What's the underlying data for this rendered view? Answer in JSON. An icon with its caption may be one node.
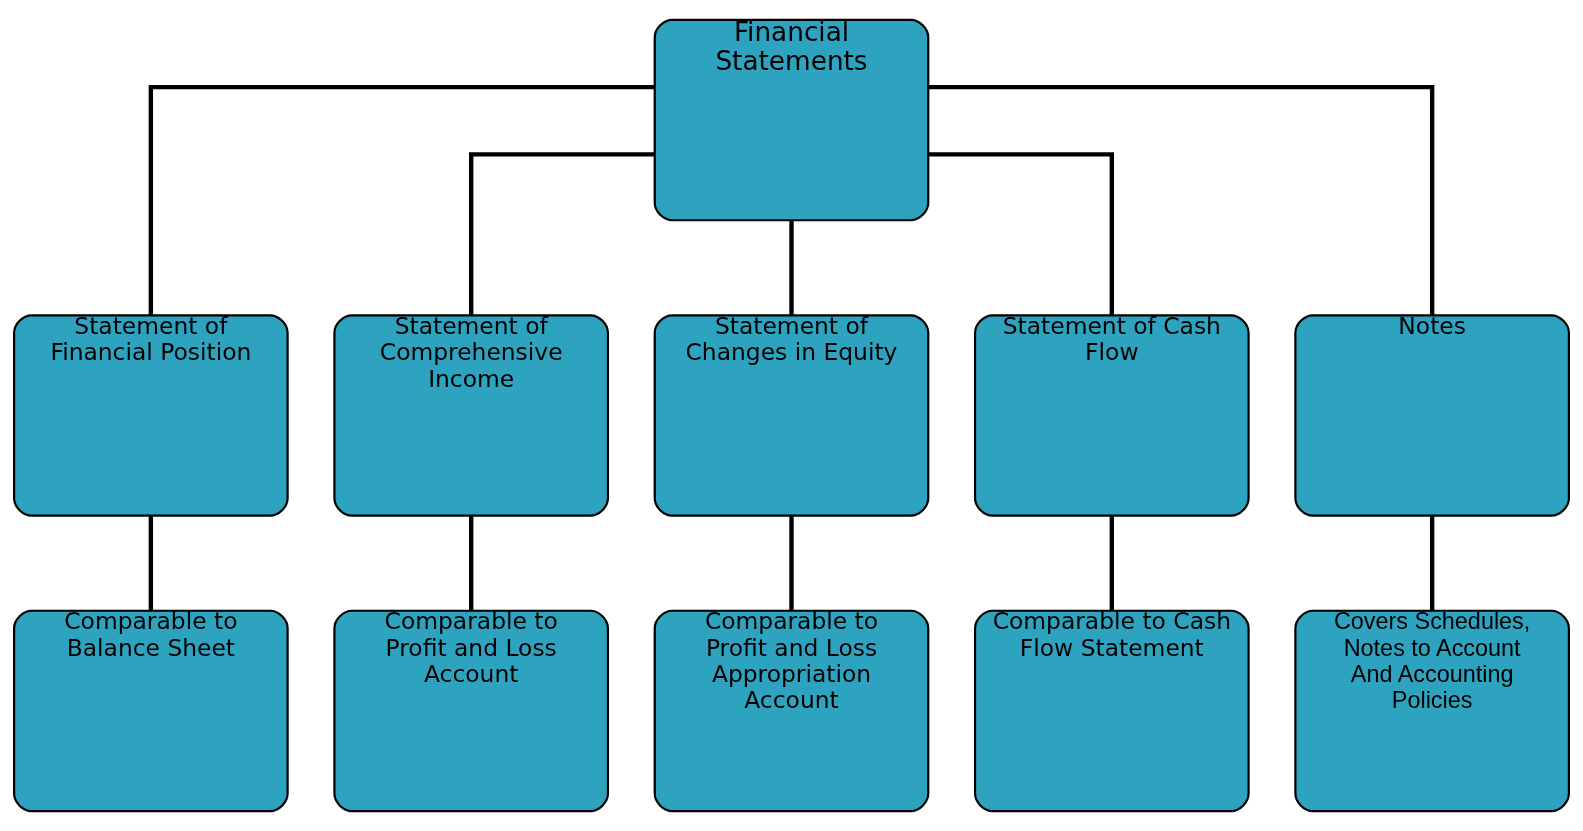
{
  "diagram": {
    "nodes": [
      {
        "text": [
          "Financial Statements"
        ]
      },
      {
        "text": [
          "Statement of Financial Position"
        ]
      },
      {
        "text": [
          "Statement of Comprehensive Income"
        ]
      },
      {
        "text": [
          "Statement of Changes in Equity"
        ]
      },
      {
        "text": [
          "Statement of Cash Flow"
        ]
      },
      {
        "text": [
          "Notes"
        ]
      },
      {
        "text": [
          "Comparable to Balance Sheet"
        ]
      },
      {
        "text": [
          "Comparable to Profit and Loss Account"
        ]
      },
      {
        "text": [
          "Comparable to Profit and Loss Appropriation Account"
        ]
      },
      {
        "text": [
          "Comparable to Cash Flow Statement"
        ]
      },
      {
        "text": [
          "Covers Schedules, Notes to Account And Accounting Policies"
        ]
      }
    ],
    "edges": [
      {
        "from": 0,
        "to": 1,
        "arrow": "none"
      },
      {
        "from": 0,
        "to": 2,
        "arrow": "none"
      },
      {
        "from": 0,
        "to": 3,
        "arrow": "none"
      },
      {
        "from": 0,
        "to": 4,
        "arrow": "none"
      },
      {
        "from": 0,
        "to": 5,
        "arrow": "none"
      },
      {
        "from": 1,
        "to": 6,
        "arrow": "none"
      },
      {
        "from": 2,
        "to": 7,
        "arrow": "none"
      },
      {
        "from": 3,
        "to": 8,
        "arrow": "none"
      },
      {
        "from": 4,
        "to": 9,
        "arrow": "none"
      },
      {
        "from": 5,
        "to": 10,
        "arrow": "none"
      }
    ]
  }
}
